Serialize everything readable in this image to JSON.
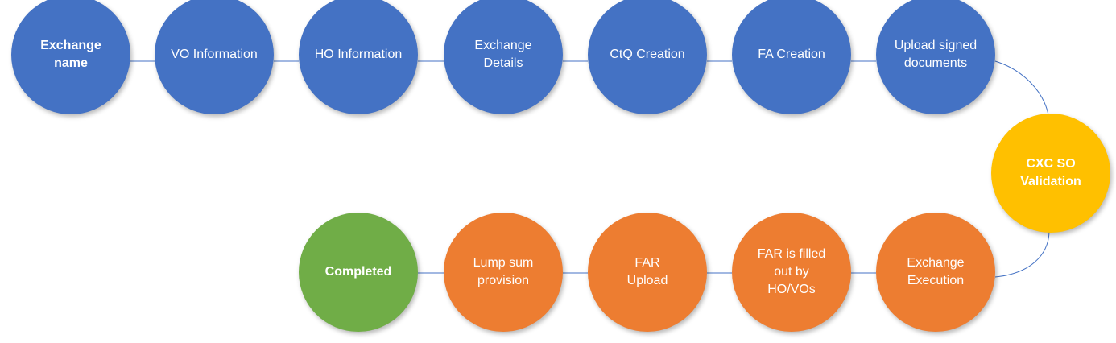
{
  "colors": {
    "blue": "#4472c4",
    "yellow": "#ffc000",
    "orange": "#ed7d31",
    "green": "#70ad47",
    "connector": "#4472c4"
  },
  "steps": [
    {
      "label": "Exchange\nname",
      "color": "blue",
      "bold": true
    },
    {
      "label": "VO Information",
      "color": "blue",
      "bold": false
    },
    {
      "label": "HO Information",
      "color": "blue",
      "bold": false
    },
    {
      "label": "Exchange Details",
      "color": "blue",
      "bold": false
    },
    {
      "label": "CtQ Creation",
      "color": "blue",
      "bold": false
    },
    {
      "label": "FA Creation",
      "color": "blue",
      "bold": false
    },
    {
      "label": "Upload signed\ndocuments",
      "color": "blue",
      "bold": false
    },
    {
      "label": "CXC SO\nValidation",
      "color": "yellow",
      "bold": true
    },
    {
      "label": "Exchange\nExecution",
      "color": "orange",
      "bold": false
    },
    {
      "label": "FAR is filled\nout by\nHO/VOs",
      "color": "orange",
      "bold": false
    },
    {
      "label": "FAR\nUpload",
      "color": "orange",
      "bold": false
    },
    {
      "label": "Lump sum\nprovision",
      "color": "orange",
      "bold": false
    },
    {
      "label": "Completed",
      "color": "green",
      "bold": true
    }
  ]
}
